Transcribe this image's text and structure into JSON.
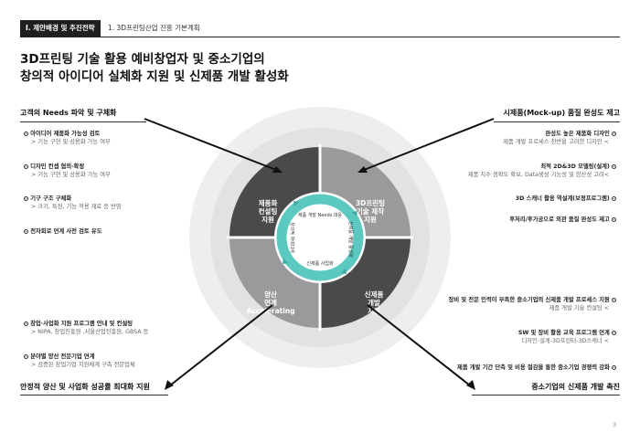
{
  "header": {
    "section_tag": "I. 제안배경 및 추진전략",
    "sub_title": "1. 3D프린팅산업 진흥 기본계획"
  },
  "title": {
    "line1": "3D프린팅 기술 활용 예비창업자 및 중소기업의",
    "line2": "창의적 아이디어 실체화 지원 및 신제품 개발 활성화"
  },
  "left_top": {
    "title": "고객의 Needs 파악 및 구체화",
    "items": [
      {
        "main": "아이디어 제품화 가능성 검토",
        "sub": "> 기능 구현 및 상용화 가능 여부"
      },
      {
        "main": "디자인 컨셉 협의·확정",
        "sub": "> 기능 구현 및 상용화 가능 여부"
      },
      {
        "main": "기구 구조 구체화",
        "sub": "> 크기, 특징, 기능 적용 재료 등 반영"
      },
      {
        "main": "전자회로 연계 사전 검토 유도",
        "sub": ""
      }
    ]
  },
  "left_bottom": {
    "title": "안정적 양산 및 사업화 성공률 최대화 지원",
    "items": [
      {
        "main": "창업·사업화 지원 프로그램 안내 및 컨설팅",
        "sub": "> NIPA, 창업진흥원 ,서울산업진흥원, GBSA 등"
      },
      {
        "main": "분야별 양산 전문기업 연계",
        "sub": "> 검증된 창업기업 지원체계 구축 전문업체"
      }
    ]
  },
  "right_top": {
    "title": "시제품(Mock-up) 품질 완성도 제고",
    "items": [
      {
        "main": "완성도 높은 제품화 디자인",
        "sub": "제품 개발 프로세스 전반을 고려한 디자인 <"
      },
      {
        "main": "최적 2D&3D 모델링(설계)",
        "sub": "제품 치수·정확도 확보, Data생성 기능성 및 양산성 고려<"
      },
      {
        "main": "3D 스캐너 활용 역설계(보정프로그램)",
        "sub": ""
      },
      {
        "main": "후처리/후가공으로 외관 품질 완성도 제고",
        "sub": ""
      }
    ]
  },
  "right_bottom": {
    "title": "중소기업의 신제품 개발 촉진",
    "items": [
      {
        "main": "장비 및 전문 인력이 부족한 중소기업의 신제품 개발 프로세스 지원",
        "sub": "제품 개발 기술 컨설팅 <"
      },
      {
        "main": "SW 및 장비 활용 교육 프로그램 연계",
        "sub": "디자인-설계-3D프린터-3D스캐너 <"
      },
      {
        "main": "제품 개발 기간 단축 및 비용 절감을 통한 중소기업 경쟁력 강화",
        "sub": ""
      }
    ]
  },
  "diagram": {
    "quadrants": [
      {
        "lines": [
          "제품화",
          "컨설팅",
          "지원"
        ]
      },
      {
        "lines": [
          "3D프린팅",
          "기술 제작",
          "지원"
        ]
      },
      {
        "lines": [
          "신제품",
          "개발",
          "지원"
        ]
      },
      {
        "lines": [
          "양산",
          "연계",
          "Accelerating"
        ]
      }
    ],
    "ring_labels": [
      "제품 개발 Needs 대응",
      "신제품 개발 활성화",
      "신제품 사업화",
      "창의적 아이디어"
    ],
    "colors": {
      "dark": "#4a4a4c",
      "gray": "#9a9a9c",
      "teal": "#5cc9c0",
      "outer_ring": "#e9e9e9"
    }
  },
  "page_number": "3"
}
